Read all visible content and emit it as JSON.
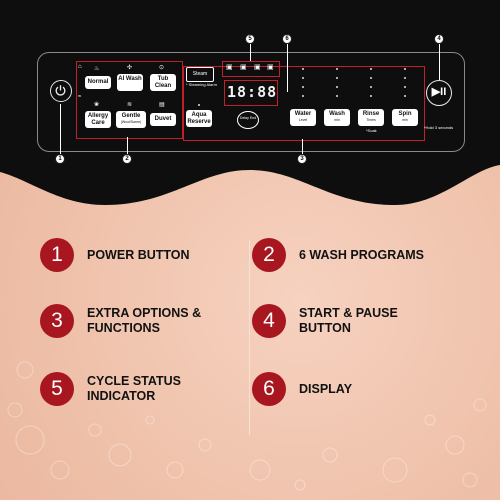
{
  "colors": {
    "panel": "#0e0e0e",
    "accent": "#a8161f",
    "outline": "#c21f2b",
    "background": "#f1c7b2"
  },
  "panel": {
    "power_icon": "power-icon",
    "start_pause_label": "▶II",
    "programs": [
      {
        "name": "normal",
        "label": "Normal",
        "sub": ""
      },
      {
        "name": "ai-wash",
        "label": "AI Wash",
        "sub": ""
      },
      {
        "name": "tub-clean",
        "label": "Tub Clean",
        "sub": ""
      },
      {
        "name": "allergy-care",
        "label": "Allergy Care",
        "sub": ""
      },
      {
        "name": "gentle",
        "label": "Gentle",
        "sub": "(Wool/Saree)"
      },
      {
        "name": "duvet",
        "label": "Duvet",
        "sub": ""
      }
    ],
    "steam_label": "Steam",
    "steam_note": "* Steaming Alarm",
    "aqua_reserve_label": "Aqua Reserve",
    "delay_end_label": "Delay End",
    "display_value": "18:88",
    "options": [
      {
        "name": "water",
        "label": "Water",
        "sub": "Level"
      },
      {
        "name": "wash",
        "label": "Wash",
        "sub": "min"
      },
      {
        "name": "rinse",
        "label": "Rinse",
        "sub": "Times"
      },
      {
        "name": "spin",
        "label": "Spin",
        "sub": "min"
      }
    ],
    "soak_note": "*Soak",
    "hold_note": "*Hold 3 seconds",
    "markers": [
      "1",
      "2",
      "3",
      "4",
      "5",
      "6"
    ]
  },
  "legend": [
    {
      "number": "1",
      "label": "POWER BUTTON"
    },
    {
      "number": "2",
      "label": "6 WASH PROGRAMS"
    },
    {
      "number": "3",
      "label": "EXTRA OPTIONS & FUNCTIONS"
    },
    {
      "number": "4",
      "label": "START & PAUSE BUTTON"
    },
    {
      "number": "5",
      "label": "CYCLE STATUS INDICATOR"
    },
    {
      "number": "6",
      "label": "DISPLAY"
    }
  ]
}
